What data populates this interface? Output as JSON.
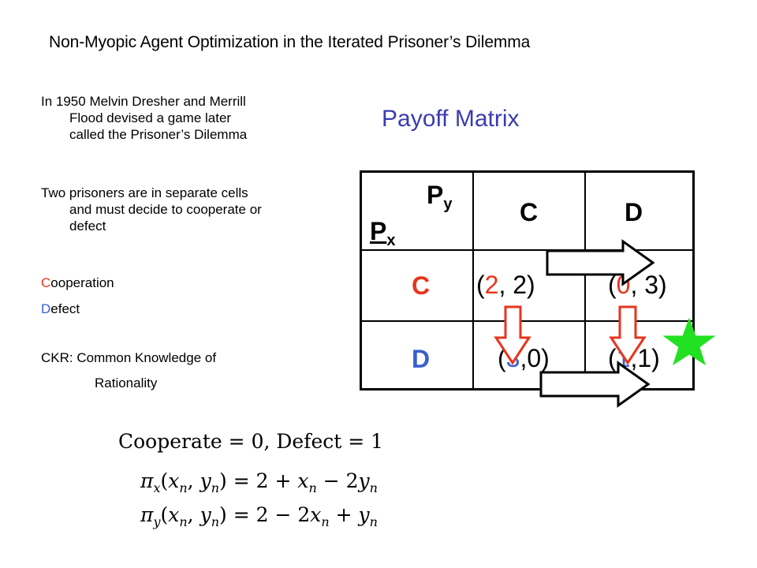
{
  "slide": {
    "title": "Non-Myopic Agent Optimization in the Iterated Prisoner’s Dilemma"
  },
  "left": {
    "para1_line1": "In 1950 Melvin Dresher and Merrill",
    "para1_line2": "Flood devised a game later",
    "para1_line3": "called the Prisoner’s Dilemma",
    "para2_line1": "Two prisoners are in separate cells",
    "para2_line2": "and must decide to cooperate or",
    "para2_line3": "defect",
    "coop_initial": "C",
    "coop_rest": "ooperation",
    "defect_initial": "D",
    "defect_rest": "efect",
    "ckr_line1": "CKR: Common Knowledge of",
    "ckr_line2": "Rationality"
  },
  "matrix": {
    "heading": "Payoff Matrix",
    "py_base": "P",
    "py_sub": "y",
    "px_base": "P",
    "px_sub": "x",
    "col_c": "C",
    "col_d": "D",
    "row_c": "C",
    "row_d": "D",
    "cc": {
      "open": "(",
      "a": "2",
      "sep": ", ",
      "b": "2",
      "close": ")"
    },
    "cd": {
      "open": "(",
      "a": "0",
      "sep": ", ",
      "b": "3",
      "close": ")"
    },
    "dc": {
      "open": "(",
      "a": "3",
      "sep": ",",
      "b": "0",
      "close": ")"
    },
    "dd": {
      "open": "(",
      "a": "1",
      "sep": ",",
      "b": "1",
      "close": ")"
    }
  },
  "equations": {
    "encoding": "Cooperate = 0,  Defect = 1",
    "pi": "π",
    "px_sub": "x",
    "py_sub": "y",
    "args_open": "(",
    "x": "x",
    "n": "n",
    "comma": ", ",
    "y": "y",
    "args_close": ")",
    "eq1_rhs_a": " = 2 + ",
    "eq1_rhs_b": " − 2",
    "eq2_rhs_a": " = 2 − 2",
    "eq2_rhs_b": " + "
  },
  "colors": {
    "red": "#e8341c",
    "blue": "#3a5fcd",
    "heading": "#3b3bb0",
    "star": "#22e022"
  },
  "icons": [
    "arrow-right-icon",
    "arrow-down-icon",
    "star-icon"
  ]
}
